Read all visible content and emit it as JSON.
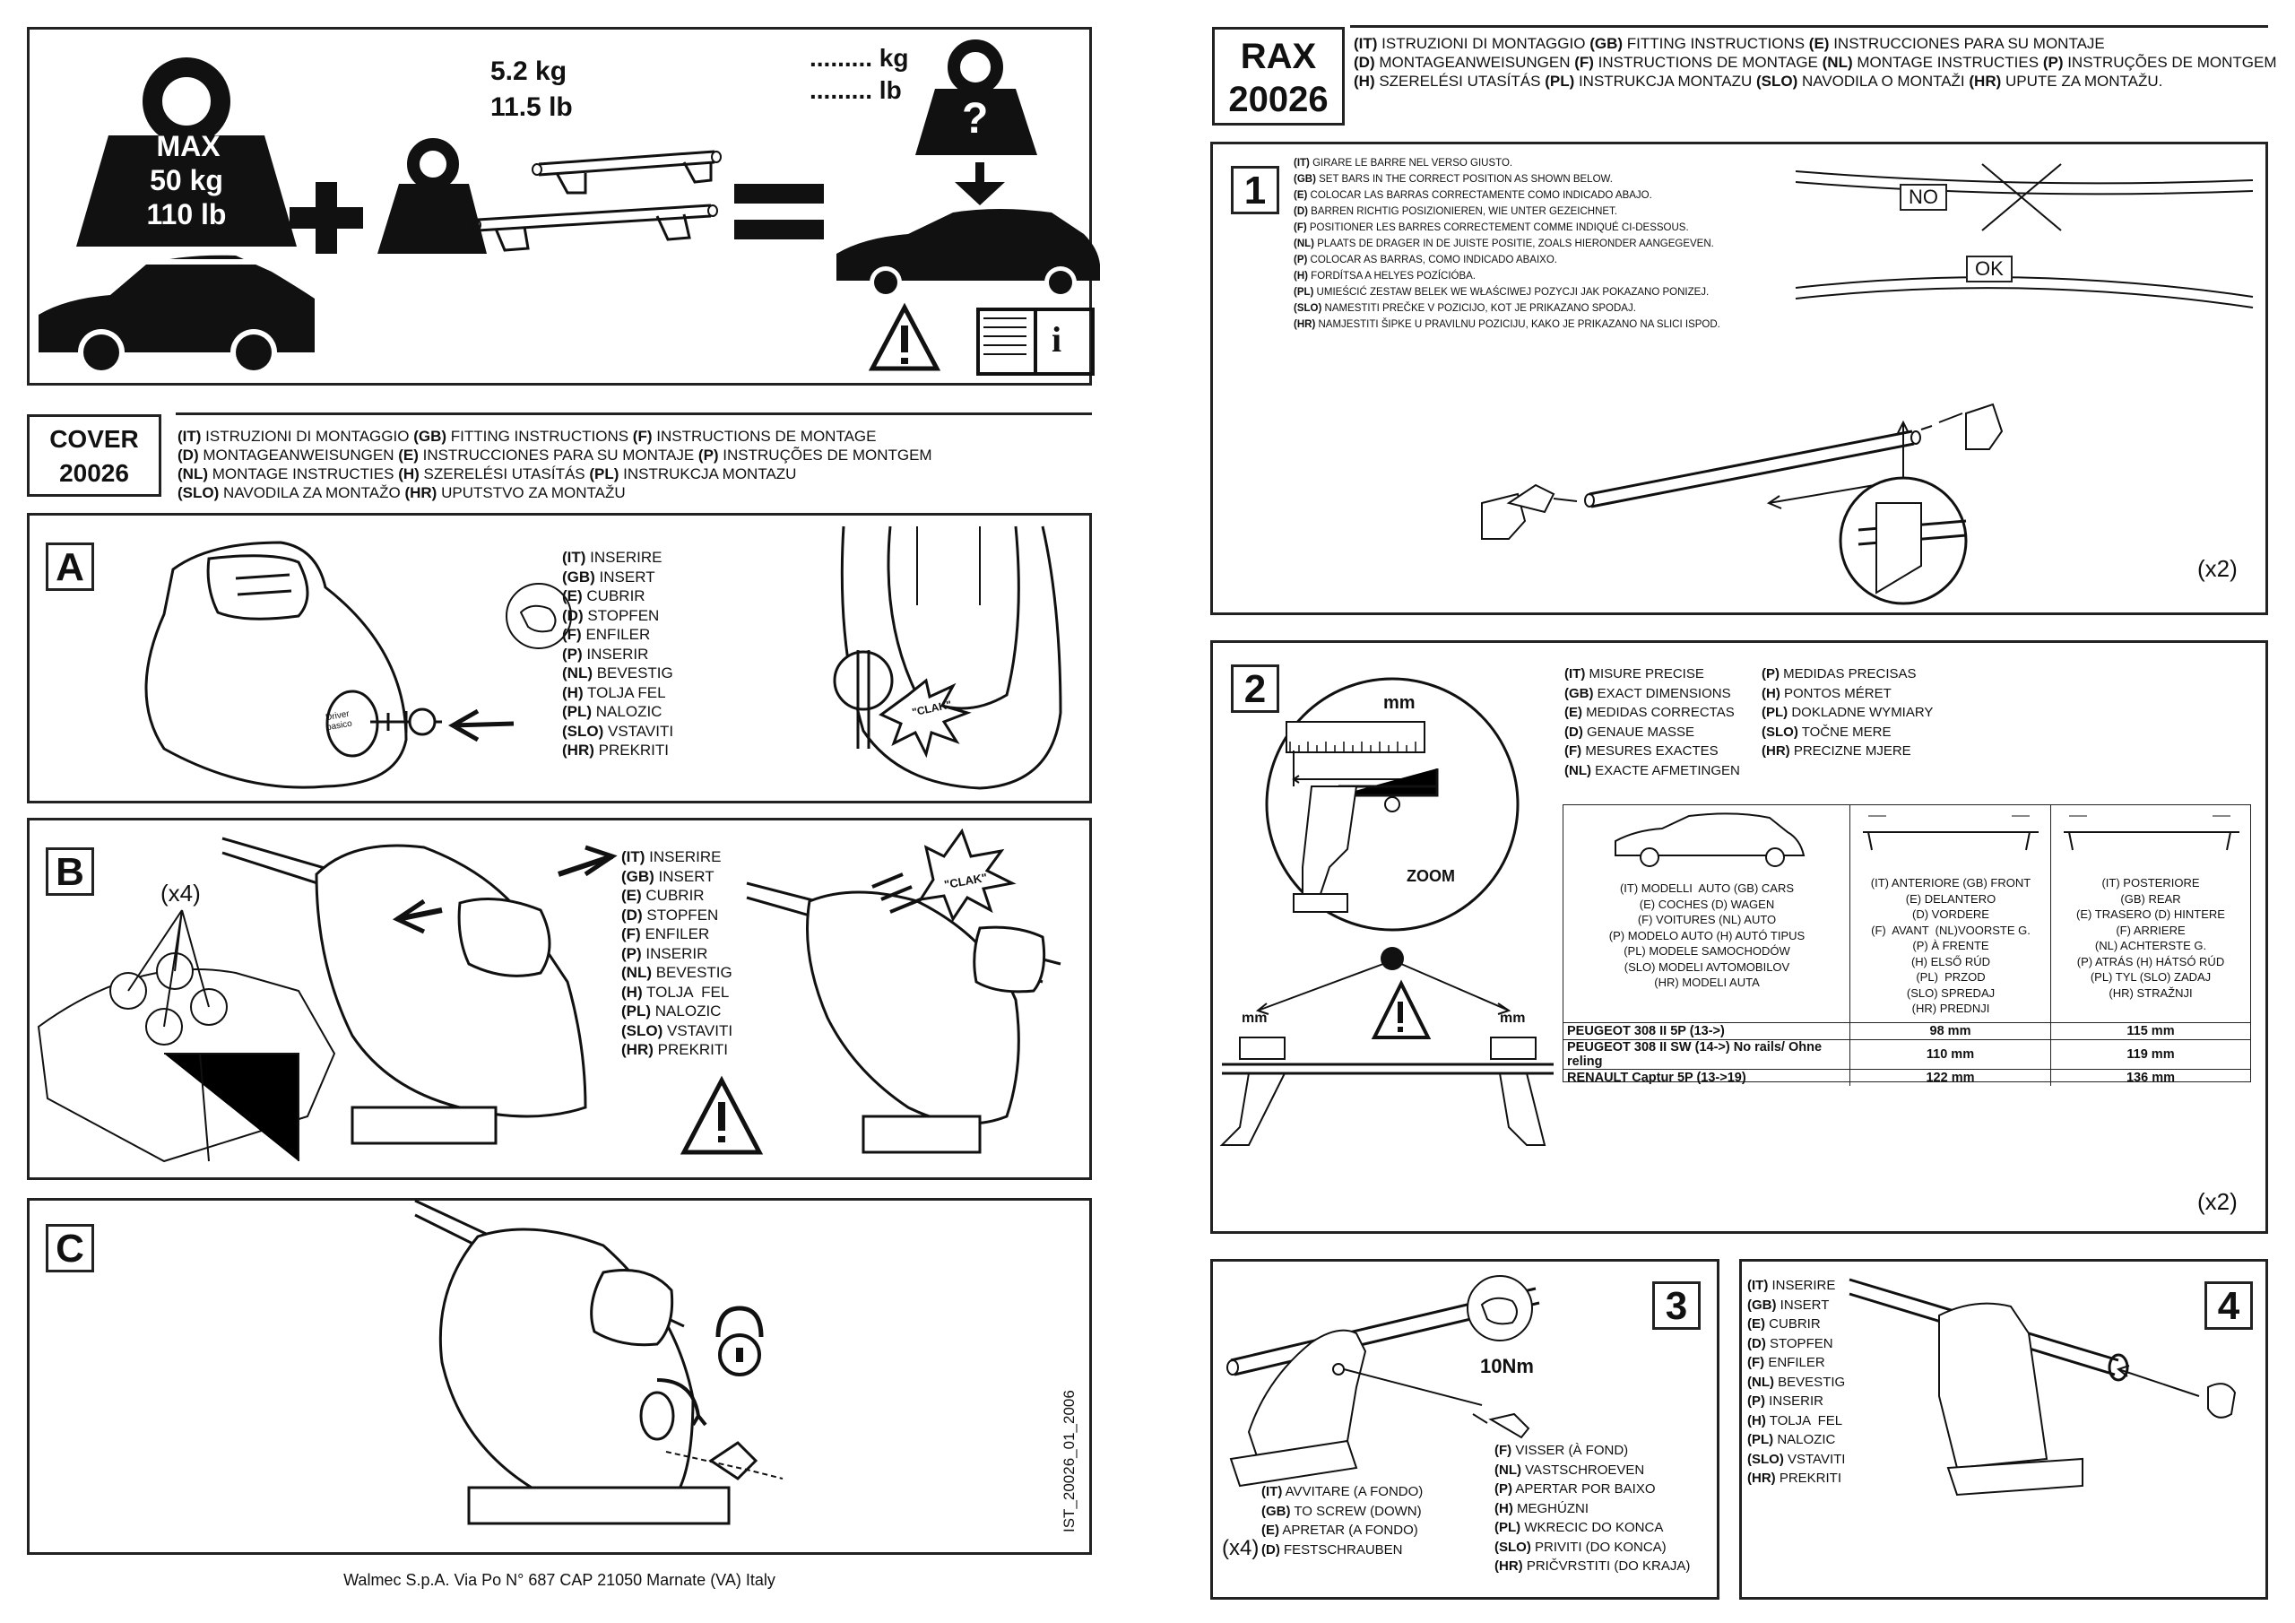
{
  "capacity": {
    "max_label": "MAX",
    "max_kg": "50 kg",
    "max_lb": "110 lb",
    "bars_kg": "5.2 kg",
    "bars_lb": "11.5 lb",
    "result_kg": "......... kg",
    "result_lb": "......... lb",
    "question_mark": "?",
    "info_glyph": "i"
  },
  "cover": {
    "title_line1": "COVER",
    "title_line2": "20026",
    "header_lines": [
      {
        "parts": [
          [
            "(IT)",
            " ISTRUZIONI DI MONTAGGIO "
          ],
          [
            "(GB)",
            " FITTING INSTRUCTIONS "
          ],
          [
            "(F)",
            " INSTRUCTIONS DE MONTAGE"
          ]
        ]
      },
      {
        "parts": [
          [
            "(D)",
            " MONTAGEANWEISUNGEN "
          ],
          [
            "(E)",
            " INSTRUCCIONES PARA SU MONTAJE "
          ],
          [
            "(P)",
            " INSTRUÇÕES DE MONTGEM"
          ]
        ]
      },
      {
        "parts": [
          [
            "(NL)",
            " MONTAGE INSTRUCTIES  "
          ],
          [
            "(H)",
            " SZERELÉSI UTASÍTÁS "
          ],
          [
            "(PL)",
            " INSTRUKCJA MONTAZU"
          ]
        ]
      },
      {
        "parts": [
          [
            "(SLO)",
            " NAVODILA ZA MONTAŽO "
          ],
          [
            "(HR)",
            " UPUTSTVO ZA MONTAŽU"
          ]
        ]
      }
    ]
  },
  "rax": {
    "title_line1": "RAX",
    "title_line2": "20026",
    "header_lines": [
      {
        "parts": [
          [
            "(IT)",
            " ISTRUZIONI DI MONTAGGIO "
          ],
          [
            "(GB)",
            " FITTING INSTRUCTIONS "
          ],
          [
            "(E)",
            " INSTRUCCIONES PARA SU MONTAJE"
          ]
        ]
      },
      {
        "parts": [
          [
            "(D)",
            " MONTAGEANWEISUNGEN "
          ],
          [
            "(F)",
            " INSTRUCTIONS DE MONTAGE "
          ],
          [
            "(NL)",
            " MONTAGE INSTRUCTIES "
          ],
          [
            "(P)",
            " INSTRUÇÕES DE MONTGEM"
          ]
        ]
      },
      {
        "parts": [
          [
            "(H)",
            " SZERELÉSI UTASÍTÁS "
          ],
          [
            "(PL)",
            " INSTRUKCJA MONTAZU "
          ],
          [
            "(SLO)",
            " NAVODILA O MONTAŽI "
          ],
          [
            "(HR)",
            " UPUTE ZA MONTAŽU."
          ]
        ]
      }
    ]
  },
  "insert_list": [
    [
      "(IT)",
      " INSERIRE"
    ],
    [
      "(GB)",
      " INSERT"
    ],
    [
      "(E)",
      " CUBRIR"
    ],
    [
      "(D)",
      " STOPFEN"
    ],
    [
      "(F)",
      " ENFILER"
    ],
    [
      "(P)",
      " INSERIR"
    ],
    [
      "(NL)",
      " BEVESTIG"
    ],
    [
      "(H)",
      " TOLJA FEL"
    ],
    [
      "(PL)",
      " NALOZIC"
    ],
    [
      "(SLO)",
      " VSTAVITI"
    ],
    [
      "(HR)",
      " PREKRITI"
    ]
  ],
  "insert_list_b": [
    [
      "(IT)",
      " INSERIRE"
    ],
    [
      "(GB)",
      " INSERT"
    ],
    [
      "(E)",
      " CUBRIR"
    ],
    [
      "(D)",
      " STOPFEN"
    ],
    [
      "(F)",
      " ENFILER"
    ],
    [
      "(P)",
      " INSERIR"
    ],
    [
      "(NL)",
      " BEVESTIG"
    ],
    [
      "(H)",
      " TOLJA  FEL"
    ],
    [
      "(PL)",
      " NALOZIC"
    ],
    [
      "(SLO)",
      " VSTAVITI"
    ],
    [
      "(HR)",
      " PREKRITI"
    ]
  ],
  "insert_list_4": [
    [
      "(IT)",
      " INSERIRE"
    ],
    [
      "(GB)",
      " INSERT"
    ],
    [
      "(E)",
      " CUBRIR"
    ],
    [
      "(D)",
      " STOPFEN"
    ],
    [
      "(F)",
      " ENFILER"
    ],
    [
      "(NL)",
      " BEVESTIG"
    ],
    [
      "(P)",
      " INSERIR"
    ],
    [
      "(H)",
      " TOLJA  FEL"
    ],
    [
      "(PL)",
      " NALOZIC"
    ],
    [
      "(SLO)",
      " VSTAVITI"
    ],
    [
      "(HR)",
      " PREKRITI"
    ]
  ],
  "panels": {
    "a": {
      "letter": "A",
      "clak": "\"CLAK\"",
      "logo_top": "Driver",
      "logo_bottom": "basico"
    },
    "b": {
      "letter": "B",
      "count": "(x4)",
      "clak": "\"CLAK\""
    },
    "c": {
      "letter": "C"
    },
    "doc_code": "IST_20026_01_2006",
    "footer": "Walmec S.p.A. Via Po N° 687 CAP 21050 Marnate (VA) Italy"
  },
  "step1": {
    "num": "1",
    "lines": [
      [
        "(IT)",
        " GIRARE LE BARRE NEL VERSO GIUSTO."
      ],
      [
        "(GB)",
        " SET BARS IN THE CORRECT POSITION AS SHOWN BELOW."
      ],
      [
        "(E)",
        " COLOCAR LAS BARRAS CORRECTAMENTE COMO INDICADO ABAJO."
      ],
      [
        "(D)",
        " BARREN RICHTIG POSIZIONIEREN, WIE UNTER GEZEICHNET."
      ],
      [
        "(F)",
        " POSITIONER LES BARRES CORRECTEMENT COMME INDIQUÉ CI-DESSOUS."
      ],
      [
        "(NL)",
        " PLAATS DE DRAGER IN DE JUISTE POSITIE, ZOALS HIERONDER AANGEGEVEN."
      ],
      [
        "(P)",
        " COLOCAR AS BARRAS, COMO INDICADO ABAIXO."
      ],
      [
        "(H)",
        " FORDÍTSA A HELYES POZÍCIÓBA."
      ],
      [
        "(PL)",
        " UMIEŚCIĆ ZESTAW BELEK WE WŁAŚCIWEJ POZYCJI JAK POKAZANO PONIZEJ."
      ],
      [
        "(SLO)",
        " NAMESTITI PREČKE V POZICIJO, KOT JE PRIKAZANO SPODAJ."
      ],
      [
        "(HR)",
        " NAMJESTITI ŠIPKE U PRAVILNU POZICIJU, KAKO JE PRIKAZANO NA SLICI ISPOD."
      ]
    ],
    "no": "NO",
    "ok": "OK",
    "count": "(x2)"
  },
  "step2": {
    "num": "2",
    "mm": "mm",
    "zoom": "ZOOM",
    "count": "(x2)",
    "col_left": [
      [
        "(IT)",
        " MISURE PRECISE"
      ],
      [
        "(GB)",
        " EXACT DIMENSIONS"
      ],
      [
        "(E)",
        " MEDIDAS CORRECTAS"
      ],
      [
        "(D)",
        " GENAUE MASSE"
      ],
      [
        "(F)",
        " MESURES EXACTES"
      ],
      [
        "(NL)",
        " EXACTE AFMETINGEN"
      ]
    ],
    "col_right": [
      [
        "(P)",
        " MEDIDAS PRECISAS"
      ],
      [
        "(H)",
        " PONTOS MÉRET"
      ],
      [
        "(PL)",
        " DOKLADNE WYMIARY"
      ],
      [
        "(SLO)",
        " TOČNE MERE"
      ],
      [
        "(HR)",
        " PRECIZNE MJERE"
      ]
    ],
    "table": {
      "head_cars": [
        "(IT) MODELLI  AUTO (GB) CARS",
        "(E) COCHES (D) WAGEN",
        "(F) VOITURES (NL) AUTO",
        "(P) MODELO AUTO (H) AUTÓ TIPUS",
        "(PL) MODELE SAMOCHODÓW",
        "(SLO) MODELI AVTOMOBILOV",
        "(HR) MODELI AUTA"
      ],
      "head_front": [
        "(IT) ANTERIORE (GB) FRONT",
        "(E) DELANTERO",
        "(D) VORDERE",
        "(F)  AVANT  (NL)VOORSTE G.",
        "(P) À FRENTE",
        "(H) ELSŐ RÚD",
        "(PL)  PRZOD",
        "(SLO) SPREDAJ",
        "(HR) PREDNJI"
      ],
      "head_rear": [
        "(IT) POSTERIORE",
        "(GB) REAR",
        "(E) TRASERO (D) HINTERE",
        "(F) ARRIERE",
        "(NL) ACHTERSTE G.",
        "(P) ATRÁS (H) HÁTSÓ RÚD",
        "(PL) TYL (SLO) ZADAJ",
        "(HR) STRAŽNJI"
      ],
      "rows": [
        {
          "model": "PEUGEOT 308 II 5P (13->)",
          "front": "98 mm",
          "rear": "115 mm"
        },
        {
          "model": "PEUGEOT 308 II SW (14->) No rails/ Ohne reling",
          "front": "110 mm",
          "rear": "119 mm"
        },
        {
          "model": "RENAULT Captur 5P (13->19)",
          "front": "122 mm",
          "rear": "136 mm"
        }
      ]
    }
  },
  "step3": {
    "num": "3",
    "torque": "10Nm",
    "count": "(x4)",
    "left": [
      [
        "(IT)",
        " AVVITARE (A FONDO)"
      ],
      [
        "(GB)",
        " TO SCREW (DOWN)"
      ],
      [
        "(E)",
        " APRETAR (A FONDO)"
      ],
      [
        "(D)",
        " FESTSCHRAUBEN"
      ]
    ],
    "right": [
      [
        "(F)",
        " VISSER (À FOND)"
      ],
      [
        "(NL)",
        " VASTSCHROEVEN"
      ],
      [
        "(P)",
        " APERTAR POR BAIXO"
      ],
      [
        "(H)",
        " MEGHÚZNI"
      ],
      [
        "(PL)",
        " WKRECIC DO KONCA"
      ],
      [
        "(SLO)",
        " PRIVITI (DO KONCA)"
      ],
      [
        "(HR)",
        " PRIČVRSTITI (DO KRAJA)"
      ]
    ]
  },
  "step4": {
    "num": "4"
  }
}
